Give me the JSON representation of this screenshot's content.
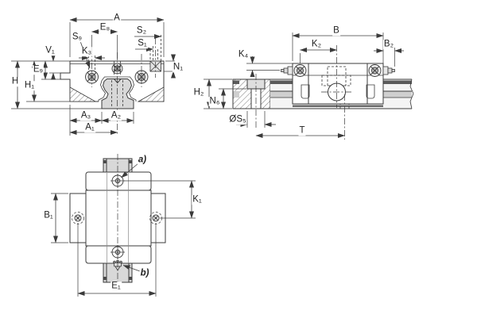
{
  "drawing": {
    "views": {
      "front": {
        "labels": {
          "A": "A",
          "E8": "E₈",
          "S9": "S₉",
          "S2": "S₂",
          "S1": "S₁",
          "K3": "K₃",
          "V1": "V₁",
          "N1": "N₁",
          "E9": "E₉",
          "H1": "H₁",
          "H": "H",
          "A3": "A₃",
          "A2": "A₂",
          "A1": "A₁"
        }
      },
      "side": {
        "labels": {
          "B": "B",
          "K2": "K₂",
          "B2": "B₂",
          "K4": "K₄",
          "H2": "H₂",
          "N6": "N₆",
          "OS5": "ØS₅",
          "T": "T"
        }
      },
      "top": {
        "labels": {
          "a_ref": "a)",
          "B1": "B₁",
          "K1": "K₁",
          "b_ref": "b)",
          "E1": "E₁"
        }
      }
    },
    "colors": {
      "line": "#3b3b3b",
      "rail_fill": "#d8d8d8",
      "hatch": "#777777",
      "background": "#ffffff"
    }
  }
}
